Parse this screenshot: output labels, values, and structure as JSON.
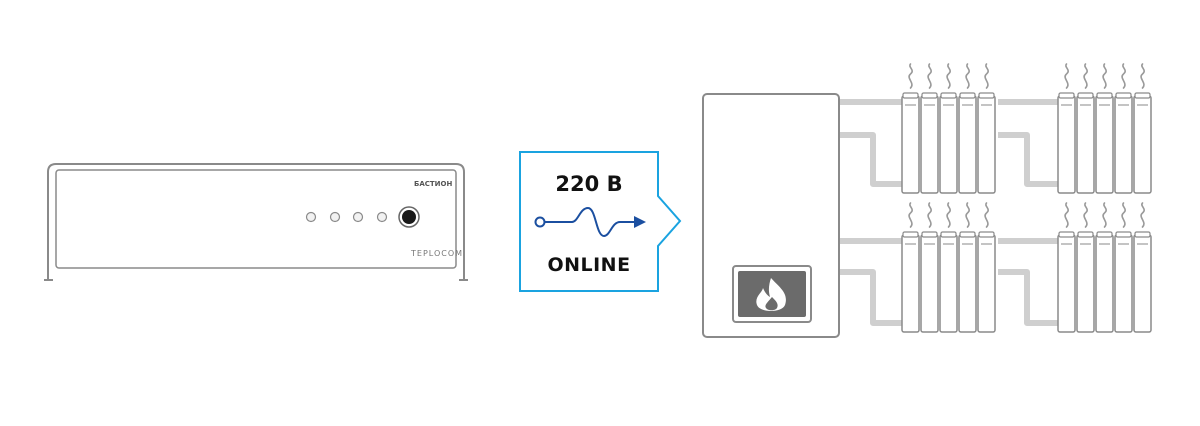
{
  "device": {
    "brand": "БАСТИОН",
    "model": "TEPLOCOM",
    "indicator_leds": 4,
    "power_button_icon": "power-button-icon"
  },
  "power_card": {
    "voltage": "220 В",
    "status": "ONLINE",
    "accent_color": "#1aa3e0",
    "wave_color": "#1b4fa0"
  },
  "boiler": {
    "icon": "flame-icon"
  },
  "radiators": {
    "groups": 4,
    "sections_per_group": 5
  },
  "colors": {
    "outline": "#8a8a8a",
    "pipe": "#cfcfcf",
    "panel_dark": "#6b6b6b"
  }
}
